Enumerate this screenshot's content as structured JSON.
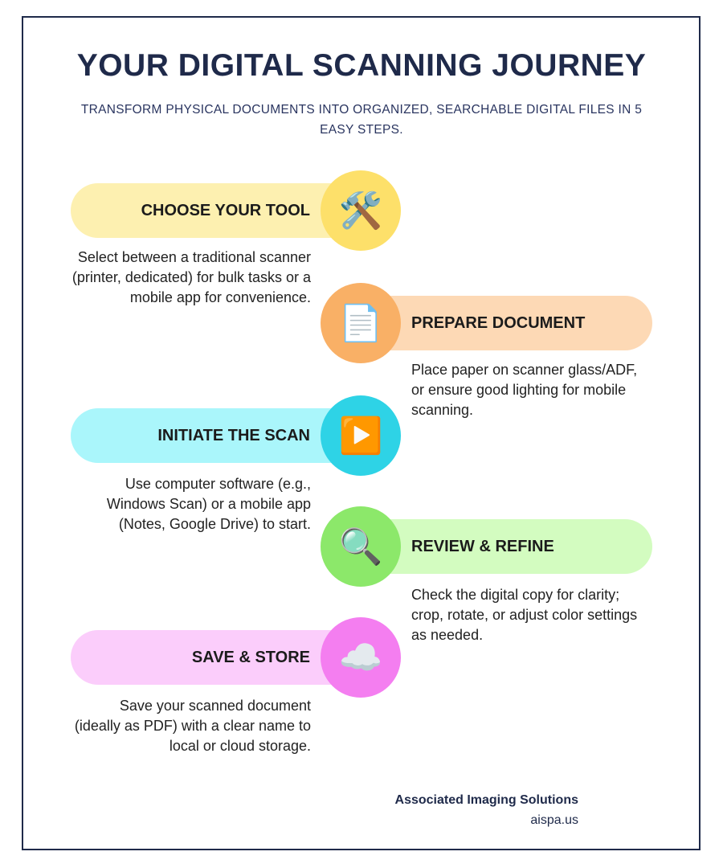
{
  "title": "YOUR DIGITAL SCANNING JOURNEY",
  "subtitle": "TRANSFORM PHYSICAL DOCUMENTS INTO ORGANIZED, SEARCHABLE DIGITAL FILES IN 5 EASY STEPS.",
  "steps": [
    {
      "label": "CHOOSE YOUR TOOL",
      "icon": "🛠️",
      "icon_name": "hammer-and-wrench-icon",
      "description": "Select between a traditional scanner (printer, dedicated) for bulk tasks or a mobile app for convenience.",
      "pill_color": "#fdf0b0",
      "circle_color": "#fde06a"
    },
    {
      "label": "PREPARE DOCUMENT",
      "icon": "📄",
      "icon_name": "document-icon",
      "description": "Place paper on scanner glass/ADF, or ensure good lighting for mobile scanning.",
      "pill_color": "#fdd9b5",
      "circle_color": "#f9b066"
    },
    {
      "label": "INITIATE THE SCAN",
      "icon": "▶️",
      "icon_name": "play-icon",
      "description": "Use computer software (e.g., Windows Scan) or a mobile app (Notes, Google Drive) to start.",
      "pill_color": "#aaf6fb",
      "circle_color": "#2ed3e6"
    },
    {
      "label": "REVIEW & REFINE",
      "icon": "🔍",
      "icon_name": "magnifier-icon",
      "description": "Check the digital copy for clarity; crop, rotate, or adjust color settings as needed.",
      "pill_color": "#d3fcc0",
      "circle_color": "#8ce86a"
    },
    {
      "label": "SAVE & STORE",
      "icon": "☁️",
      "icon_name": "cloud-icon",
      "description": "Save your scanned document (ideally as PDF) with a clear name to local or cloud storage.",
      "pill_color": "#fbcdfb",
      "circle_color": "#f47ef0"
    }
  ],
  "footer": {
    "brand": "Associated Imaging Solutions",
    "url": "aispa.us"
  }
}
